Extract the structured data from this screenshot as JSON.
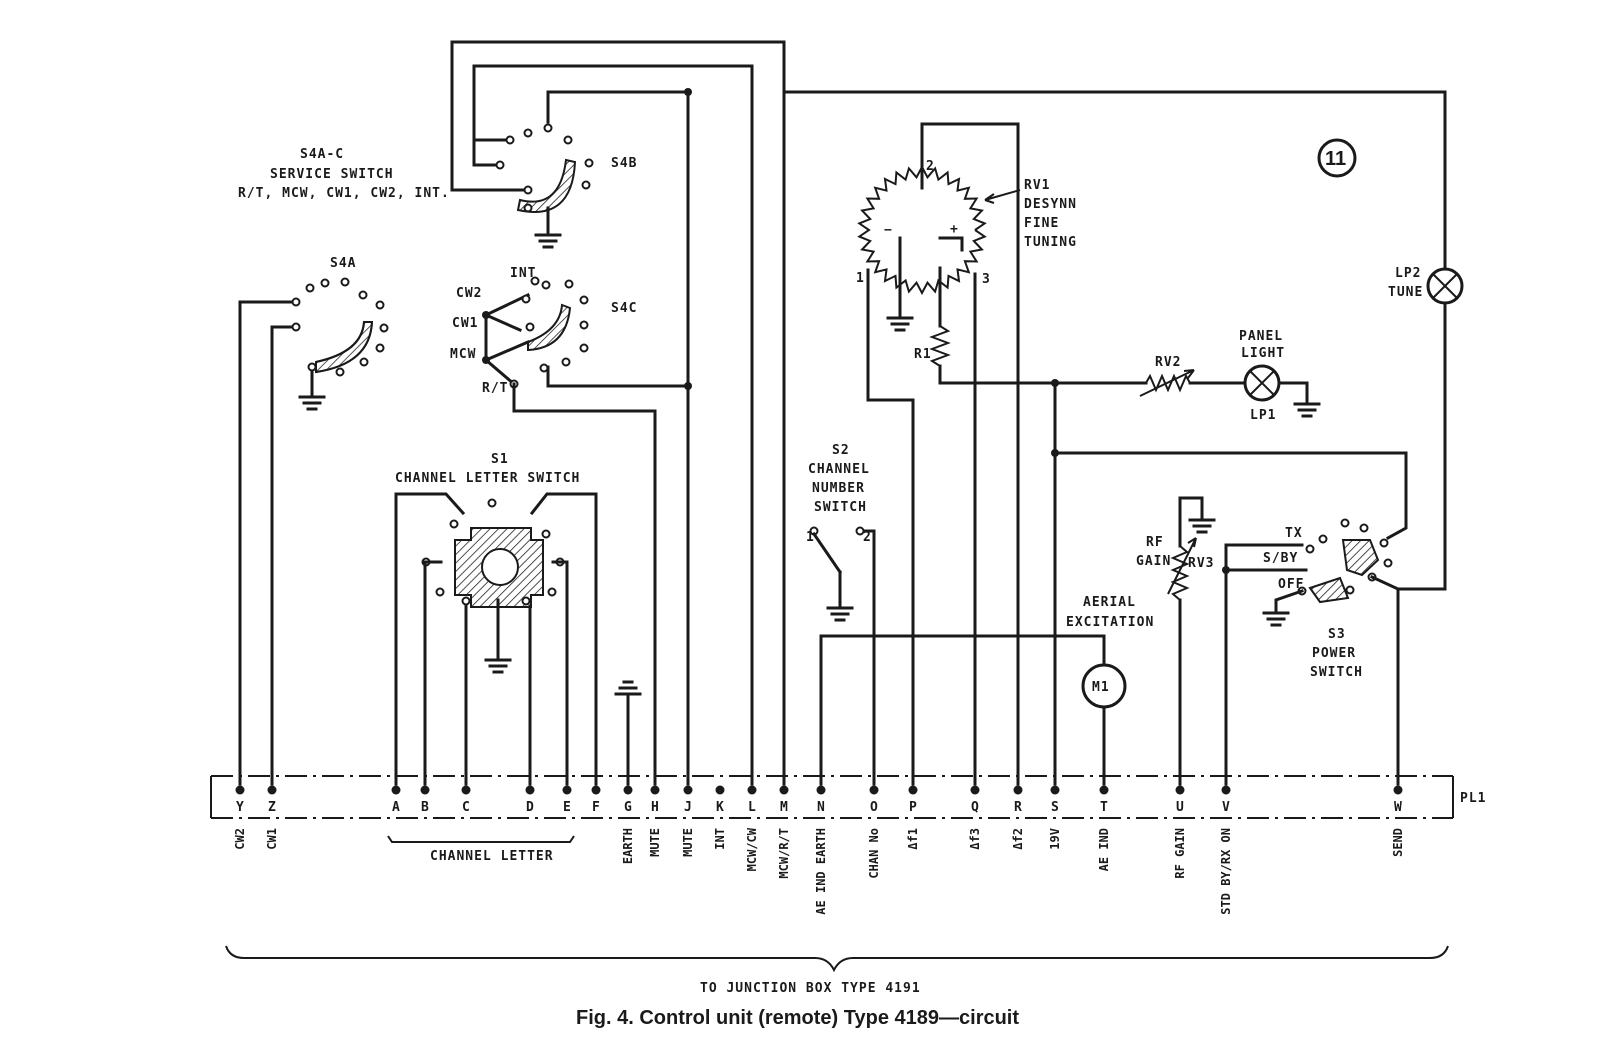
{
  "figure": {
    "caption": "Fig. 4.   Control unit (remote)   Type 4189—circuit",
    "destination": "TO  JUNCTION  BOX  TYPE  4191",
    "badge": "11",
    "connector": "PL1",
    "channel_letter_group": "CHANNEL  LETTER"
  },
  "components": {
    "s4_title": [
      "S4A-C",
      "SERVICE  SWITCH",
      "R/T, MCW, CW1, CW2, INT."
    ],
    "s4a": "S4A",
    "s4b": "S4B",
    "s4c": "S4C",
    "s4c_positions": [
      "INT",
      "CW2",
      "CW1",
      "MCW",
      "R/T"
    ],
    "s1_title": [
      "S1",
      "CHANNEL  LETTER  SWITCH"
    ],
    "s2_title": [
      "S2",
      "CHANNEL",
      "NUMBER",
      "SWITCH"
    ],
    "s2_positions": [
      "1",
      "2"
    ],
    "rv1_title": [
      "RV1",
      "DESYNN",
      "FINE",
      "TUNING"
    ],
    "rv1_terminals": [
      "1",
      "2",
      "3",
      "−",
      "+"
    ],
    "r1": "R1",
    "rv2": "RV2",
    "panel_light": [
      "PANEL",
      "LIGHT"
    ],
    "lp1": "LP1",
    "lp2": [
      "LP2",
      "TUNE"
    ],
    "rf_gain": [
      "RF",
      "GAIN"
    ],
    "rv3": "RV3",
    "aerial_excitation": [
      "AERIAL",
      "EXCITATION"
    ],
    "meter": "M1",
    "s3_positions": [
      "TX",
      "S/BY",
      "OFF"
    ],
    "s3_title": [
      "S3",
      "POWER",
      "SWITCH"
    ]
  },
  "pins": [
    {
      "id": "Y",
      "signal": "CW2"
    },
    {
      "id": "Z",
      "signal": "CW1"
    },
    {
      "id": "A",
      "signal": ""
    },
    {
      "id": "B",
      "signal": ""
    },
    {
      "id": "C",
      "signal": ""
    },
    {
      "id": "D",
      "signal": ""
    },
    {
      "id": "E",
      "signal": ""
    },
    {
      "id": "F",
      "signal": ""
    },
    {
      "id": "G",
      "signal": "EARTH"
    },
    {
      "id": "H",
      "signal": "MUTE"
    },
    {
      "id": "J",
      "signal": "MUTE"
    },
    {
      "id": "K",
      "signal": "INT"
    },
    {
      "id": "L",
      "signal": "MCW/CW"
    },
    {
      "id": "M",
      "signal": "MCW/R/T"
    },
    {
      "id": "N",
      "signal": "AE IND EARTH"
    },
    {
      "id": "O",
      "signal": "CHAN No"
    },
    {
      "id": "P",
      "signal": "Δf1"
    },
    {
      "id": "Q",
      "signal": "Δf3"
    },
    {
      "id": "R",
      "signal": "Δf2"
    },
    {
      "id": "S",
      "signal": "19V"
    },
    {
      "id": "T",
      "signal": "AE IND"
    },
    {
      "id": "U",
      "signal": "RF GAIN"
    },
    {
      "id": "V",
      "signal": "STD BY/RX ON"
    },
    {
      "id": "W",
      "signal": "SEND"
    }
  ]
}
